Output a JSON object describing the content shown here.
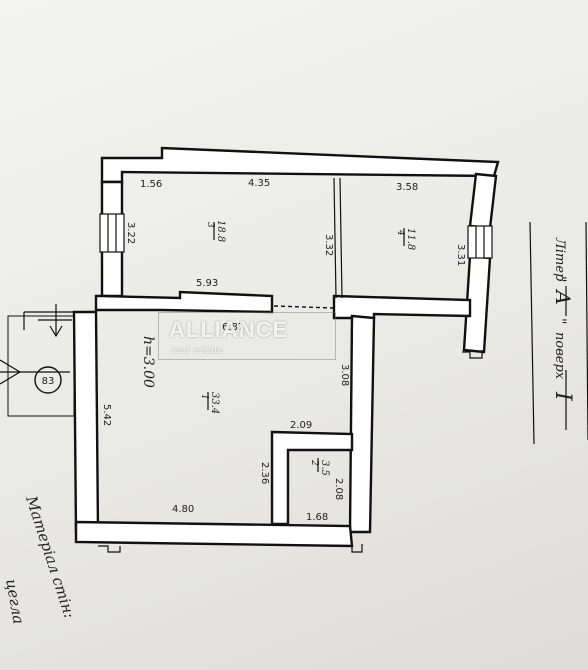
{
  "watermark": {
    "brand": "ALLIANCE",
    "sub": "real estate"
  },
  "stamp": {
    "label": "Літер",
    "letter": "А",
    "floor_word": "поверх",
    "floor": "I"
  },
  "material": {
    "label": "Матеріал стін:",
    "value": "цегла"
  },
  "circle_marker": "83",
  "ceiling_height": "h=3.00",
  "dimensions": {
    "d_1_56": "1.56",
    "d_4_35": "4.35",
    "d_3_58": "3.58",
    "d_3_22": "3.22",
    "d_3_32": "3.32",
    "d_3_31": "3.31",
    "d_5_93": "5.93",
    "d_6_87": "6.87",
    "d_3_08": "3.08",
    "d_5_42": "5.42",
    "d_2_09": "2.09",
    "d_2_36": "2.36",
    "d_2_08": "2.08",
    "d_4_80": "4.80",
    "d_1_68": "1.68"
  },
  "rooms": [
    {
      "number": "3",
      "area": "18.8"
    },
    {
      "number": "4",
      "area": "11.8"
    },
    {
      "number": "1",
      "area": "33.4"
    },
    {
      "number": "2",
      "area": "3.5"
    }
  ]
}
